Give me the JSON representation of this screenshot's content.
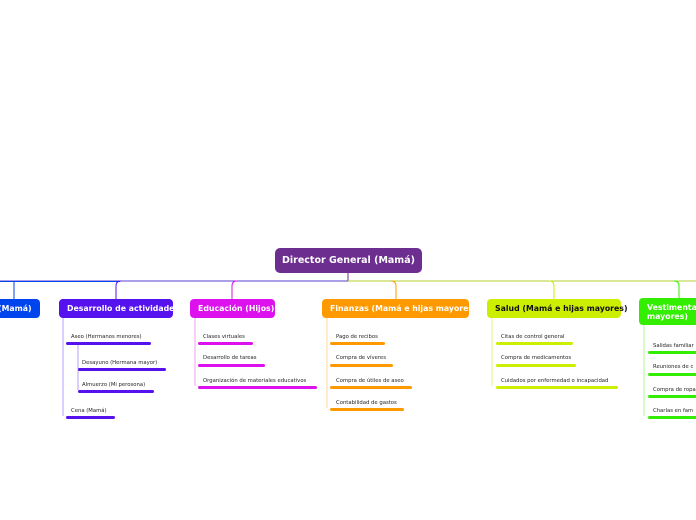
{
  "root": {
    "label": "Director General (Mamá)",
    "color": "#6c2f8f"
  },
  "branches": [
    {
      "label": "(Mamá)",
      "color": "#0044ee",
      "items": []
    },
    {
      "label": "Desarrollo de actividades",
      "color": "#5511ee",
      "items": [
        "Aseo (Hermanos menores)",
        "Desayuno (Hermana mayor)",
        "Almuerzo (Mi perosona)",
        "Cena (Mamá)"
      ]
    },
    {
      "label": "Educación (Hijos)",
      "color": "#dd11ee",
      "items": [
        "Clases virtuales",
        "Desarrollo de tareas",
        "Organización de materiales educativos"
      ]
    },
    {
      "label": "Finanzas (Mamá e hijas mayores)",
      "color": "#ff9900",
      "items": [
        "Pago de recibos",
        "Compra de víveres",
        "Compra de útiles de aseo",
        "Contabilidad de gastos"
      ]
    },
    {
      "label": "Salud (Mamá e hijas mayores)",
      "color": "#ccee00",
      "items": [
        "Citas de control general",
        "Compra de medicamentos",
        "Cuidados por enfermedad o incapacidad"
      ]
    },
    {
      "label": "Vestimenta y mayores)",
      "color": "#33ee00",
      "items": [
        "Salidas familiar",
        "Reuniones de c",
        "Compra de ropa",
        "Charlas en fam"
      ]
    }
  ]
}
